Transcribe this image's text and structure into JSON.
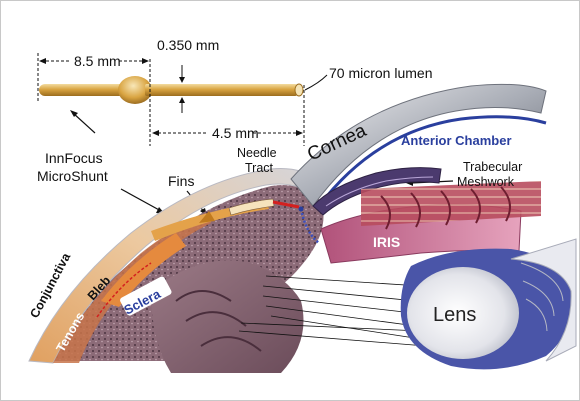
{
  "labels": {
    "dim_total": "8.5 mm",
    "dim_diameter": "0.350 mm",
    "dim_tip": "4.5 mm",
    "lumen": "70 micron lumen",
    "device_line1": "InnFocus",
    "device_line2": "MicroShunt",
    "fins": "Fins",
    "needle_line1": "Needle",
    "needle_line2": "Tract",
    "cornea": "Cornea",
    "anterior_chamber": "Anterior Chamber",
    "trabecular_line1": "Trabecular",
    "trabecular_line2": "Meshwork",
    "iris": "IRIS",
    "lens": "Lens",
    "conjunctiva": "Conjunctiva",
    "tenons": "Tenons",
    "bleb": "Bleb",
    "sclera": "Sclera"
  },
  "colors": {
    "shunt": "#d9a441",
    "shunt_highlight": "#f3dca0",
    "cornea": "#8a8f99",
    "anterior_chamber_text": "#2a3f9e",
    "iris": "#c86a8c",
    "sclera": "#7a5a68",
    "conjunctiva": "#e7b27a",
    "lens_rim": "#5660b0"
  }
}
